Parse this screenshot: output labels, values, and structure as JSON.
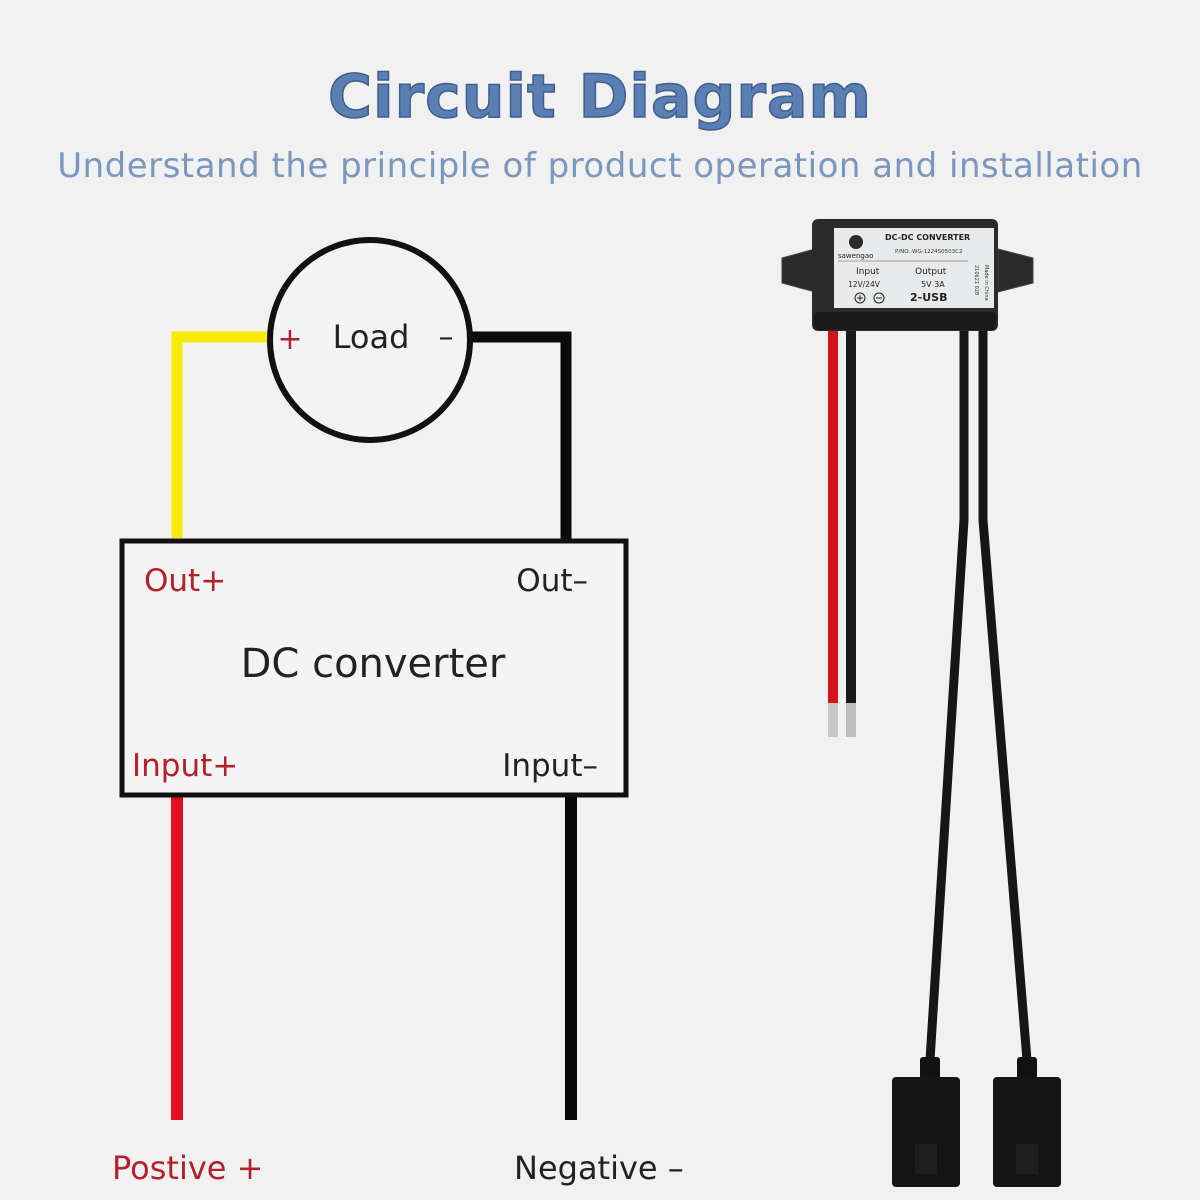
{
  "header": {
    "title": "Circuit Diagram",
    "subtitle": "Understand the principle of product operation and installation"
  },
  "diagram": {
    "load": {
      "plus": "+",
      "label": "Load",
      "minus": "–"
    },
    "converter": {
      "label": "DC converter",
      "out_plus": "Out+",
      "out_minus": "Out–",
      "input_plus": "Input+",
      "input_minus": "Input–"
    },
    "bottom": {
      "positive": "Postive +",
      "negative": "Negative –"
    }
  },
  "product": {
    "label_title": "DC-DC CONVERTER",
    "label_pn": "P/NO.:WG-1224S0503C2",
    "brand": "sawengao",
    "input_label": "Input",
    "input_value": "12V/24V",
    "output_label": "Output",
    "output_value": "5V 3A",
    "usb_label": "2-USB",
    "side_text": "Made in China",
    "date_code": "210621  028"
  },
  "colors": {
    "title": "#5b7fb2",
    "subtitle": "#7b97bd",
    "wire_yellow": "#f7ea0a",
    "wire_red": "#e0101e",
    "wire_black": "#0a0a0a",
    "label_red": "#b3202c"
  }
}
